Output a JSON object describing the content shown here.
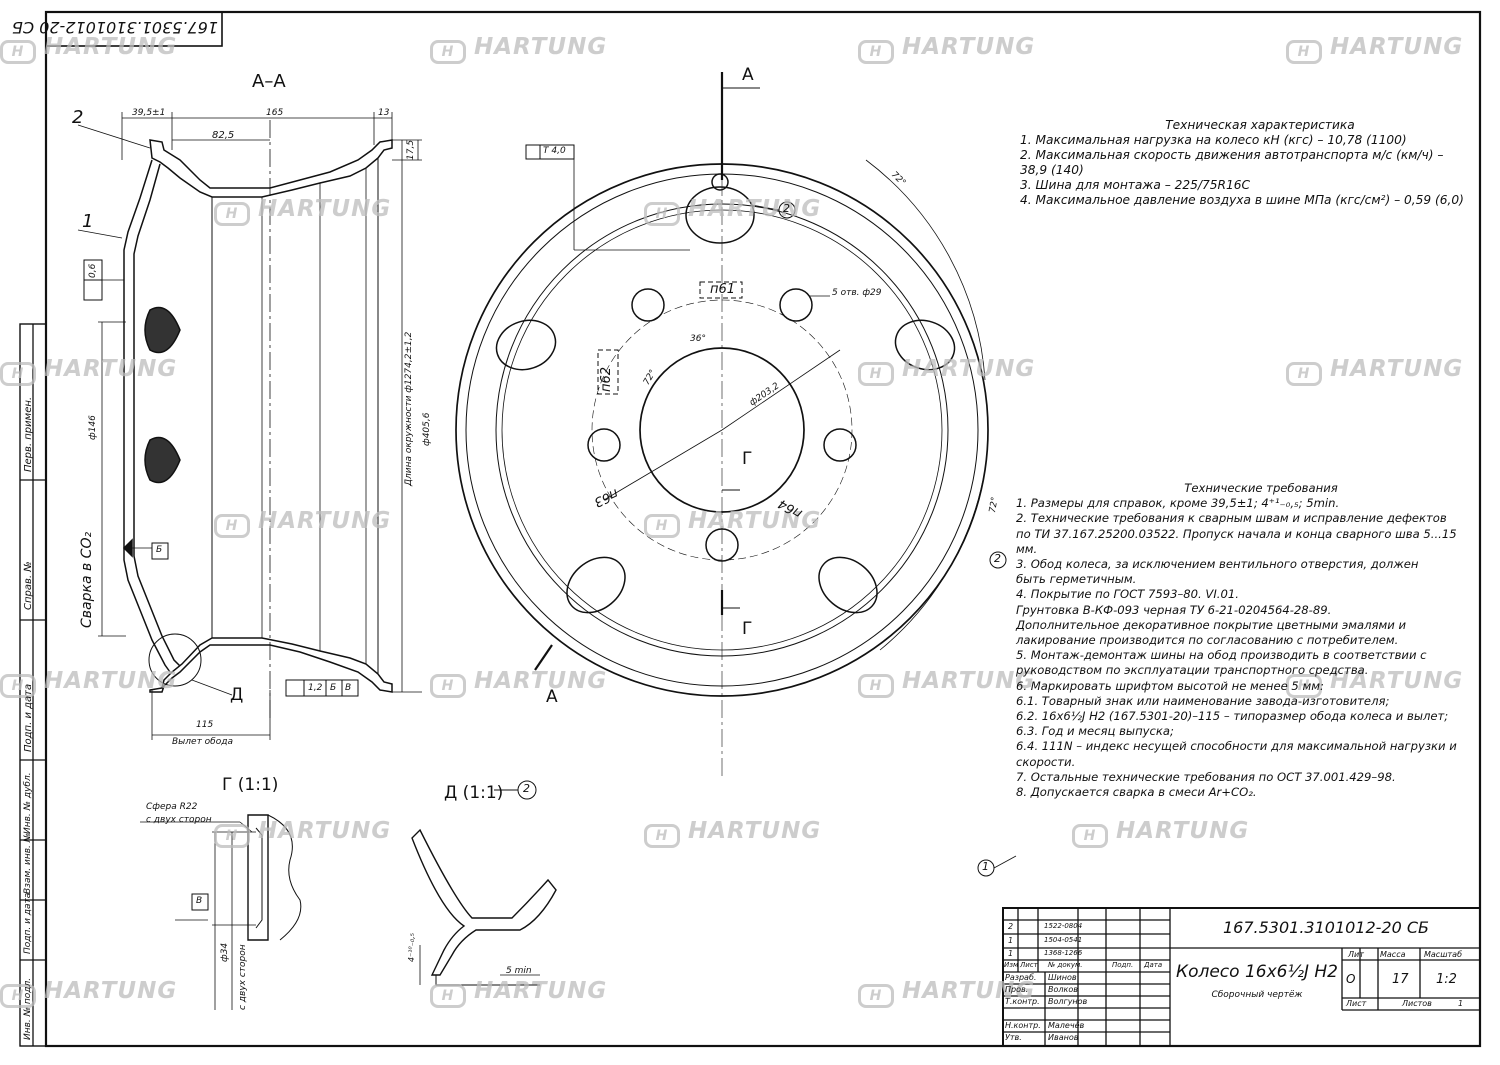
{
  "drawing": {
    "number_corner": "167.5301.3101012-20 СБ",
    "number_stamp": "167.5301.3101012-20 СБ",
    "title": "Колесо 16х6½J Н2",
    "subtitle": "Сборочный чертёж",
    "mass": "17",
    "scale": "1:2",
    "stamp_headers": {
      "lit": "Лит",
      "mass": "Масса",
      "scale": "Масштаб",
      "sheet": "Лист",
      "sheets": "Листов",
      "sheets_value": "1",
      "lit_value": "О"
    },
    "stamp_roles": [
      "Изм",
      "Лист",
      "№ докум.",
      "Подп.",
      "Дата",
      "Разраб.",
      "Пров.",
      "Т.контр.",
      "Н.контр.",
      "Утв."
    ],
    "stamp_names": [
      "Шинов",
      "Волков",
      "Волгунов",
      "Малечёв",
      "Иванов"
    ],
    "stamp_changes": [
      "1522-0804",
      "1504-0541",
      "1368-1266"
    ],
    "stamp_change_nums": [
      "2",
      "1",
      "1"
    ]
  },
  "left_column": [
    "Перв. примен.",
    "Справ. №",
    "Подп. и дата",
    "Инв. № дубл.",
    "Взам. инв. №",
    "Подп. и дата",
    "Инв. № подл."
  ],
  "views": {
    "section_title": "А–А",
    "section_g": "Г (1:1)",
    "section_d": "Д (1:1)",
    "cut_a": "А",
    "cut_g": "Г",
    "detail_d": "Д"
  },
  "dimensions": {
    "d1": "39,5±1",
    "d2": "165",
    "d3": "13",
    "d4": "82,5",
    "d5": "17,5",
    "d6": "115",
    "d6_label": "Вылет обода",
    "d7": "ф146",
    "d8": "Длина окружности ф1274,2±1,2",
    "d9": "ф405,6",
    "weld": "Сварка в СО₂",
    "flat": "0,6",
    "runout": "1,2",
    "ref_b": "Б",
    "ref_v": "В",
    "tol_t": "Т 4,0",
    "holes": "5 отв. ф29",
    "pcd": "ф203,2",
    "ang36": "36°",
    "ang72a": "72°",
    "ang72b": "72°",
    "ang72c": "72°",
    "p61": "п61",
    "p62": "п62",
    "p63": "п63",
    "p64": "п64",
    "sphere": "Сфера R22",
    "both_sides": "с двух сторон",
    "both_sides2": "с двух сторон",
    "d34": "ф34",
    "d410": "4⁻¹⁰₋₀,₅",
    "d5min": "5 min",
    "balloon1": "1",
    "balloon2": "2"
  },
  "tech_char": {
    "heading": "Техническая характеристика",
    "lines": [
      "1. Максимальная нагрузка на колесо кН (кгс) – 10,78 (1100)",
      "2. Максимальная скорость движения автотранспорта м/с (км/ч) –",
      "38,9 (140)",
      "3. Шина для монтажа – 225/75R16C",
      "4. Максимальное давление воздуха в шине МПа (кгс/см²) – 0,59 (6,0)"
    ]
  },
  "tech_req": {
    "heading": "Технические требования",
    "lines": [
      "1. Размеры для справок, кроме 39,5±1; 4⁺¹₋₀,₅; 5min.",
      "2. Технические требования к сварным швам и исправление дефектов",
      "по ТИ 37.167.25200.03522. Пропуск начала и конца сварного шва 5...15",
      "мм.",
      "3. Обод колеса, за исключением вентильного отверстия, должен",
      "быть герметичным.",
      "4. Покрытие по ГОСТ 7593–80. VI.01.",
      "Грунтовка В-КФ-093 черная ТУ 6-21-0204564-28-89.",
      "Дополнительное декоративное покрытие цветными эмалями и",
      "лакирование производится по согласованию с потребителем.",
      "5. Монтаж-демонтаж шины на обод производить в соответствии с",
      "руководством по эксплуатации транспортного средства.",
      "6. Маркировать шрифтом высотой не менее 5 мм:",
      "6.1. Товарный знак или наименование завода-изготовителя;",
      "6.2. 16х6½J Н2 (167.5301-20)–115 – типоразмер обода колеса и вылет;",
      "6.3. Год и месяц выпуска;",
      "6.4. 111N – индекс несущей способности для максимальной нагрузки и",
      "скорости.",
      "7. Остальные технические требования по ОСТ 37.001.429–98.",
      "8. Допускается сварка в смеси Ar+CO₂."
    ]
  },
  "watermark": "HARTUNG"
}
